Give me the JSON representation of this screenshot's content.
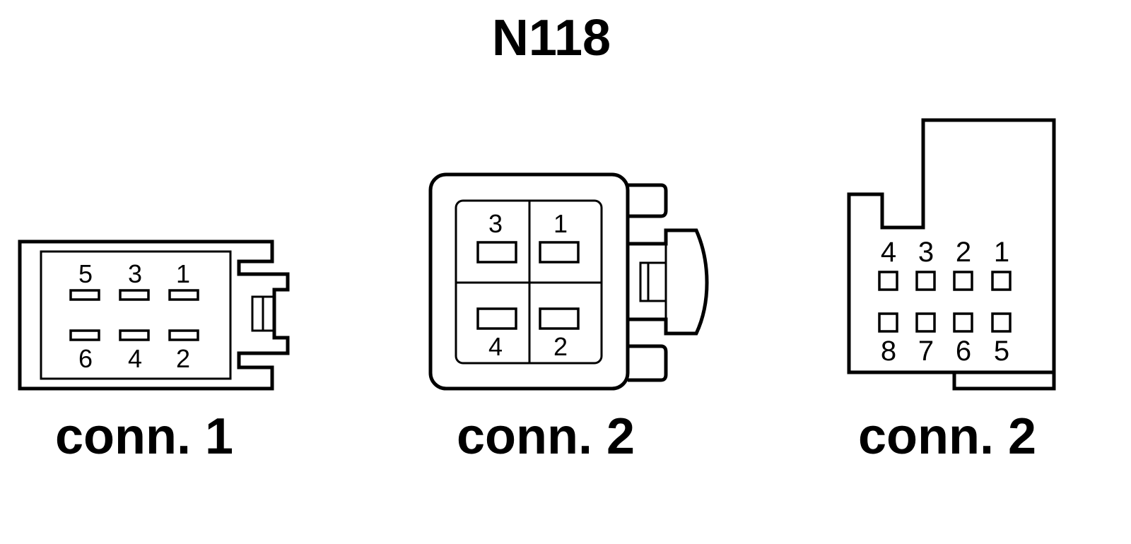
{
  "title": "N118",
  "connectors": [
    {
      "label": "conn. 1",
      "pins_top": [
        "5",
        "3",
        "1"
      ],
      "pins_bottom": [
        "6",
        "4",
        "2"
      ]
    },
    {
      "label": "conn. 2",
      "pins_top": [
        "3",
        "1"
      ],
      "pins_bottom": [
        "4",
        "2"
      ]
    },
    {
      "label": "conn. 2",
      "pins_top": [
        "4",
        "3",
        "2",
        "1"
      ],
      "pins_bottom": [
        "8",
        "7",
        "6",
        "5"
      ]
    }
  ]
}
